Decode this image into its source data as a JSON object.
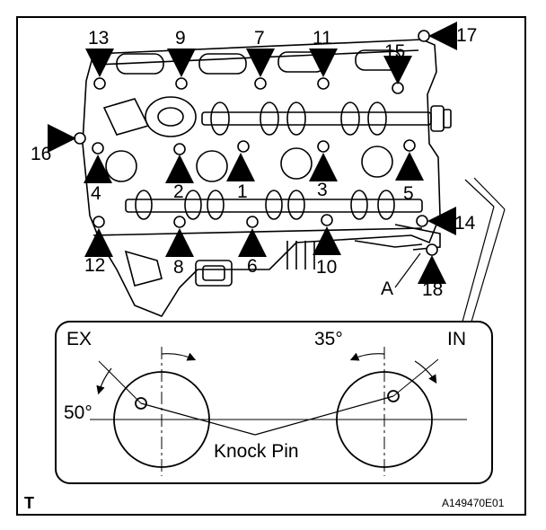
{
  "bolts": [
    "1",
    "2",
    "3",
    "4",
    "5",
    "6",
    "7",
    "8",
    "9",
    "10",
    "11",
    "12",
    "13",
    "14",
    "15",
    "16",
    "17",
    "18"
  ],
  "labels": {
    "a": "A",
    "ex": "EX",
    "in": "IN",
    "angle_ex": "50°",
    "angle_in": "35°",
    "knock_pin": "Knock Pin",
    "corner": "T",
    "code": "A149470E01"
  }
}
